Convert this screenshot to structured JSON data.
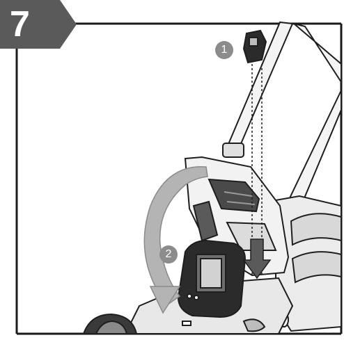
{
  "step": {
    "number": "7"
  },
  "callouts": [
    {
      "label": "1"
    },
    {
      "label": "2"
    }
  ],
  "colors": {
    "badge": "#5a5a5a",
    "frame": "#1a1a1a",
    "callout": "#8c8c8c",
    "rotation_arrow": "#b4b4b4",
    "outline": "#1e1e1e",
    "part_dark": "#2b2b2b",
    "part_mid": "#6e6e6e",
    "part_light": "#d2d2d2"
  },
  "icons": {
    "safety_key": "safety-key-icon",
    "insert_arrow": "down-arrow-icon",
    "rotate_arrow": "curved-arrow-icon"
  }
}
